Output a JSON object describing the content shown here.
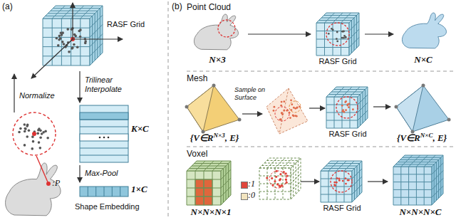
{
  "diagram": {
    "nodes": [
      {
        "text": [
          "RASF Grid"
        ]
      },
      {
        "text": [
          "K×C"
        ]
      },
      {
        "text": [
          "1×C",
          "Shape Embedding"
        ]
      },
      {
        "text": [
          "N×3"
        ]
      },
      {
        "text": [
          "RASF Grid"
        ]
      },
      {
        "text": [
          "N×C"
        ]
      },
      {
        "text": [
          "{V∈R",
          "N×3",
          ", E}"
        ]
      },
      {
        "text": [
          "RASF Grid"
        ]
      },
      {
        "text": [
          "{V∈R",
          "N×C",
          ", E}"
        ]
      },
      {
        "text": [
          "N×N×N×1"
        ]
      },
      {
        "text": [
          "RASF Grid"
        ]
      },
      {
        "text": [
          "N×N×N×C"
        ]
      }
    ],
    "edges": [
      {
        "from": 0,
        "to": 1,
        "arrow": "to",
        "label": "Trilinear Interpolate"
      },
      {
        "from": 1,
        "to": 2,
        "arrow": "to",
        "label": "Max-Pool"
      },
      {
        "from": 3,
        "to": 4,
        "arrow": "to"
      },
      {
        "from": 4,
        "to": 5,
        "arrow": "to"
      },
      {
        "from": 7,
        "to": 8,
        "arrow": "to"
      },
      {
        "from": 10,
        "to": 11,
        "arrow": "to"
      }
    ],
    "labels": [
      "(a)",
      "Normalize",
      ":P",
      "(b)",
      "Point Cloud",
      "Mesh",
      "Sample on Surface",
      "Voxel"
    ],
    "legend": [
      {
        "text": ":1",
        "color": "#e0463c"
      },
      {
        "text": ":0",
        "color": "#f2e4bf"
      }
    ]
  }
}
